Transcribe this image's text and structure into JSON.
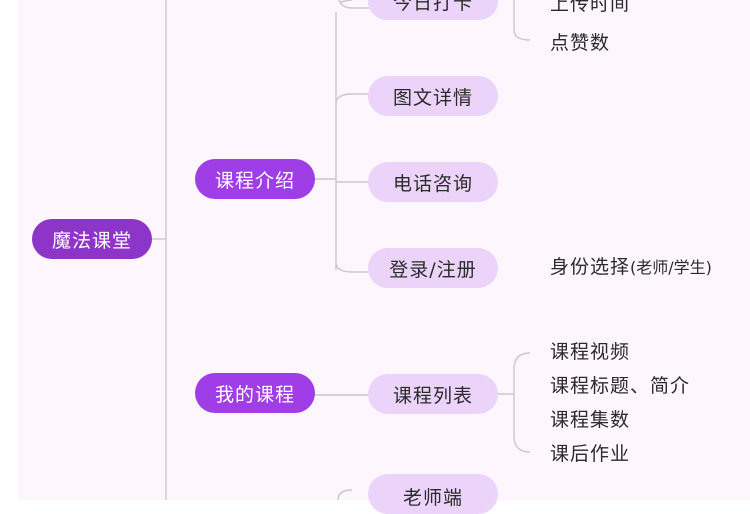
{
  "root": {
    "label": "魔法课堂"
  },
  "branches": [
    {
      "label": "课程介绍",
      "children": [
        {
          "label": "今日打卡",
          "leaves": [
            "上传时间",
            "点赞数"
          ]
        },
        {
          "label": "图文详情",
          "leaves": []
        },
        {
          "label": "电话咨询",
          "leaves": []
        },
        {
          "label": "登录/注册",
          "leaves": [
            {
              "main": "身份选择",
              "note": "(老师/学生)"
            }
          ]
        }
      ]
    },
    {
      "label": "我的课程",
      "children": [
        {
          "label": "课程列表",
          "leaves": [
            "课程视频",
            "课程标题、简介",
            "课程集数",
            "课后作业"
          ]
        }
      ]
    },
    {
      "label": "",
      "children": [
        {
          "label": "老师端",
          "leaves": []
        }
      ]
    }
  ],
  "colors": {
    "canvas_bg": "#fdf6fd",
    "root_fill": "#8d35c8",
    "branch_fill": "#9f3ee6",
    "subnode_fill": "#ecd3f9",
    "connector": "#c9c9c9",
    "text_dark": "#2b2b2b"
  }
}
